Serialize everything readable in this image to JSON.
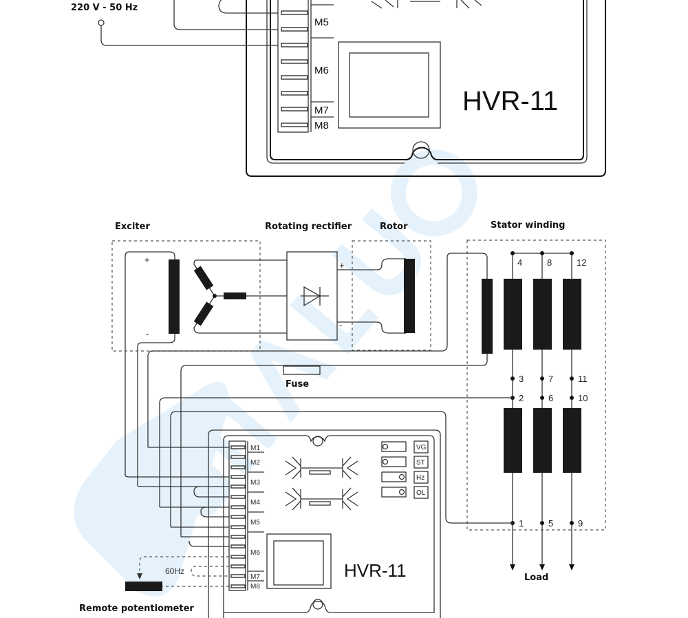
{
  "watermark": {
    "text": "SHALUO®",
    "color": "#d8ecf9"
  },
  "top_diagram": {
    "supply_label": "220 V - 50 Hz",
    "terminals": [
      "M5",
      "M6",
      "M7",
      "M8"
    ],
    "model": "HVR-11"
  },
  "bottom_diagram": {
    "exciter_label": "Exciter",
    "rectifier_label": "Rotating rectifier",
    "rotor_label": "Rotor",
    "stator_label": "Stator winding",
    "plus": "+",
    "minus": "-",
    "fuse_label": "Fuse",
    "stator_top_terminals": [
      "4",
      "8",
      "12"
    ],
    "stator_mid_terminals_a": [
      "3",
      "7",
      "11"
    ],
    "stator_mid_terminals_b": [
      "2",
      "6",
      "10"
    ],
    "stator_bottom_terminals": [
      "1",
      "5",
      "9"
    ],
    "load_label": "Load",
    "board": {
      "model": "HVR-11",
      "terminals": [
        "M1",
        "M2",
        "M3",
        "M4",
        "M5",
        "M6",
        "M7",
        "M8"
      ],
      "indicators": [
        "VG",
        "ST",
        "Hz",
        "OL"
      ]
    },
    "frequency_label": "60Hz",
    "remote_pot_label": "Remote potentiometer"
  }
}
